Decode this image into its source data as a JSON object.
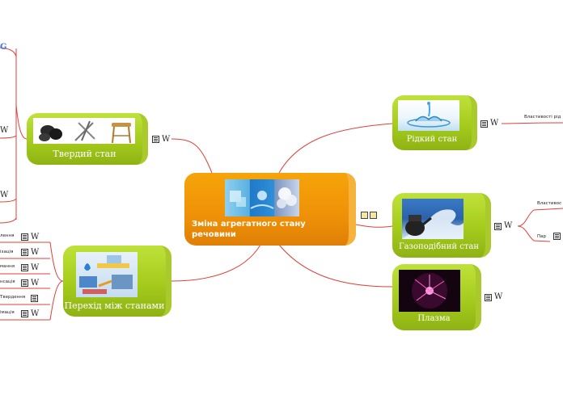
{
  "center": {
    "title": "Зміна агрегатного стану речовини"
  },
  "branches": {
    "solid": {
      "label": "Твердий стан"
    },
    "transition": {
      "label": "Перехід між станами"
    },
    "liquid": {
      "label": "Рідкий стан"
    },
    "gas": {
      "label": "Газоподібний стан"
    },
    "plasma": {
      "label": "Плазма"
    }
  },
  "sub_labels": {
    "liquid_props": "Властивості рід",
    "gas_props": "Властивос",
    "gas_steam": "Пар"
  },
  "transition_items": [
    "лення",
    "ізація",
    "мання",
    "нсація",
    "Твердення",
    "імація"
  ],
  "icons": {
    "wiki": "W",
    "google": "G"
  },
  "colors": {
    "branch_fill": "#a5cb1c",
    "center_fill": "#ef9107",
    "link_line": "#e0403a"
  }
}
